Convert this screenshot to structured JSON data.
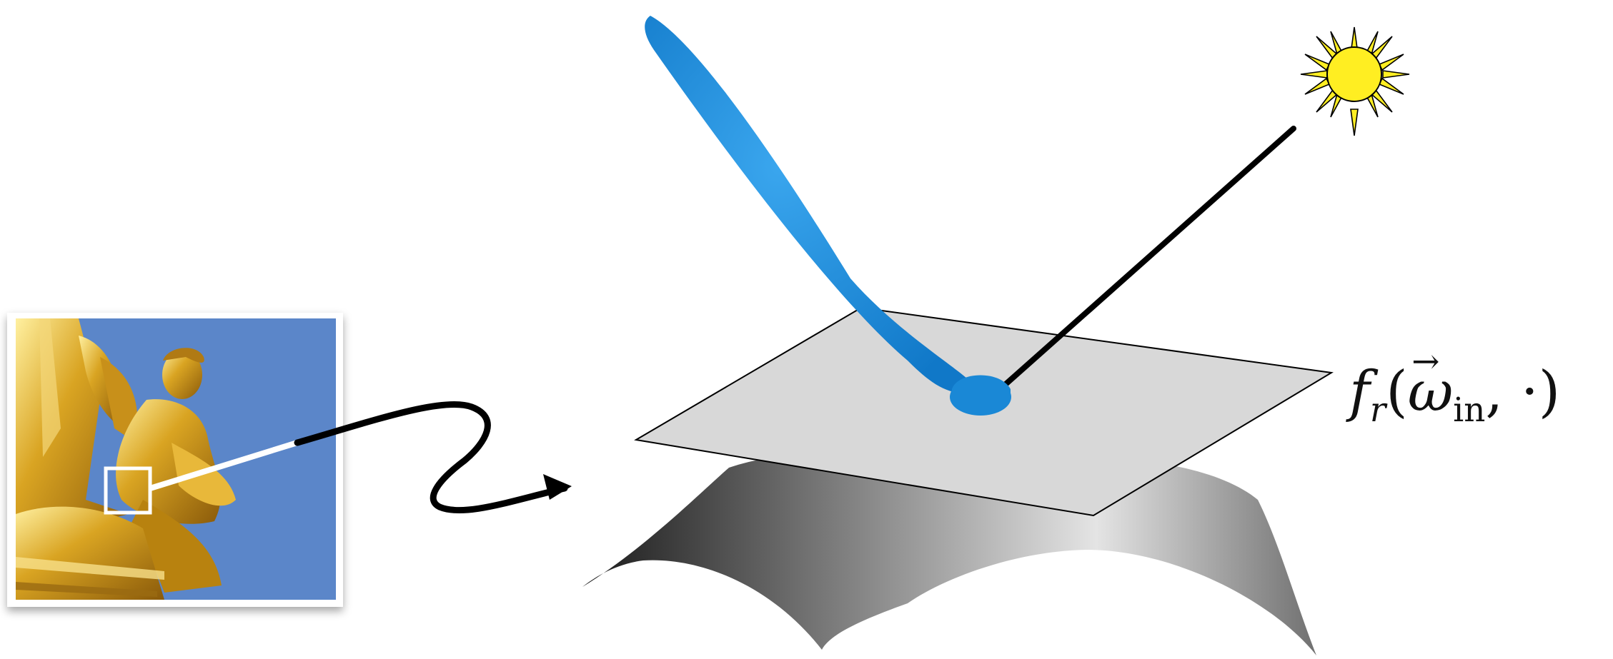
{
  "formula": {
    "f": "f",
    "f_sub": "r",
    "open": "(",
    "omega": "ω",
    "omega_sub": "in",
    "rest": ", ·)"
  },
  "colors": {
    "lobe": "#1e90dc",
    "plane": "#d8d8d8",
    "sun": "#ffee22",
    "sky": "#5b86c9",
    "gold": "#d9a422"
  },
  "icons": [
    "sun-icon",
    "photo-statue",
    "squiggle-arrow"
  ]
}
